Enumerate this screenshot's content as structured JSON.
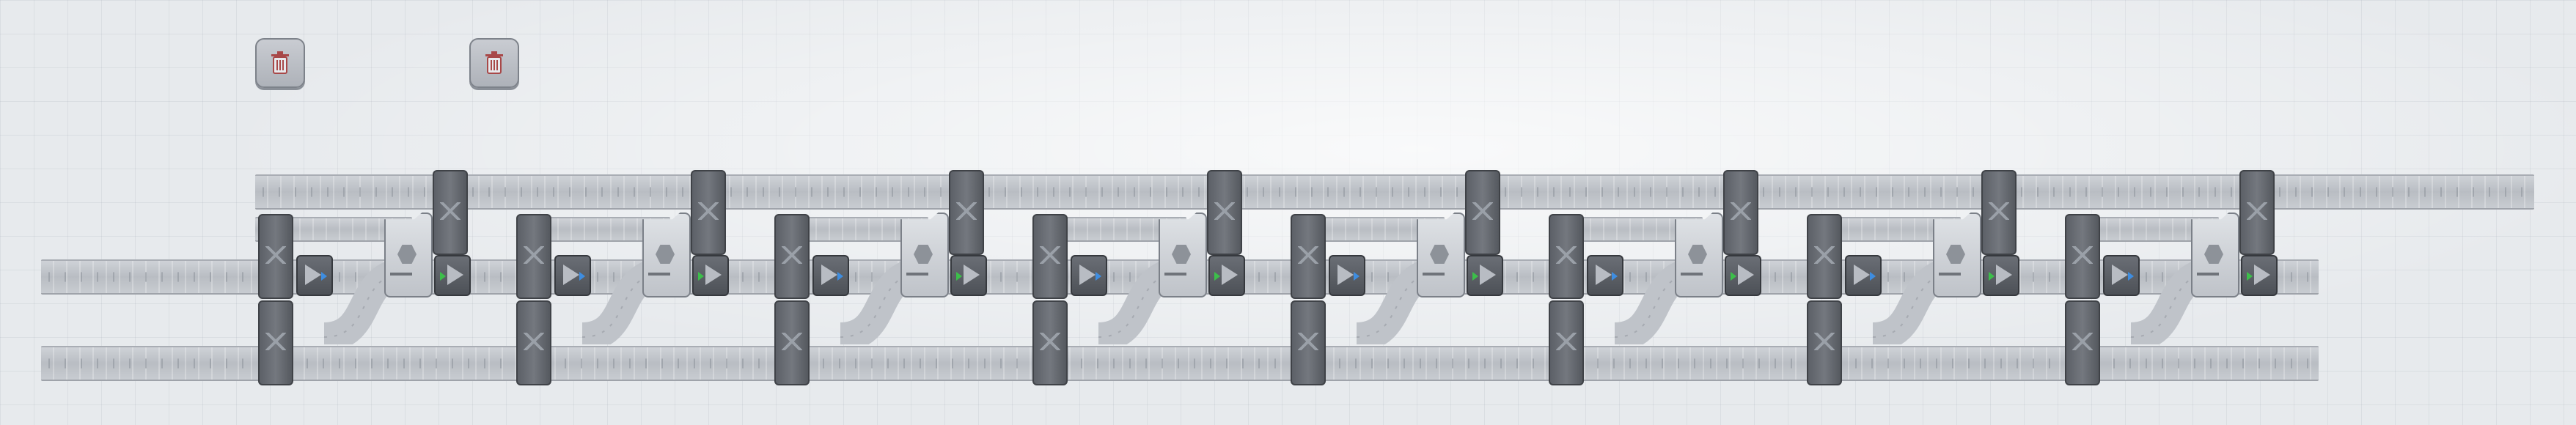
{
  "scene": {
    "toolbar_icons": [
      {
        "name": "trash-icon"
      },
      {
        "name": "trash-icon"
      }
    ],
    "belt_lanes": [
      "top-belt",
      "middle-belt",
      "bottom-belt"
    ],
    "unit_count": 8,
    "colors": {
      "belt": "#c2c6cc",
      "machine_dark": "#5c6067",
      "machine_light": "#d6d9dd",
      "indicator_blue": "#3e8de0",
      "indicator_green": "#3cbf4a",
      "trash_icon": "#b55a5a"
    }
  }
}
